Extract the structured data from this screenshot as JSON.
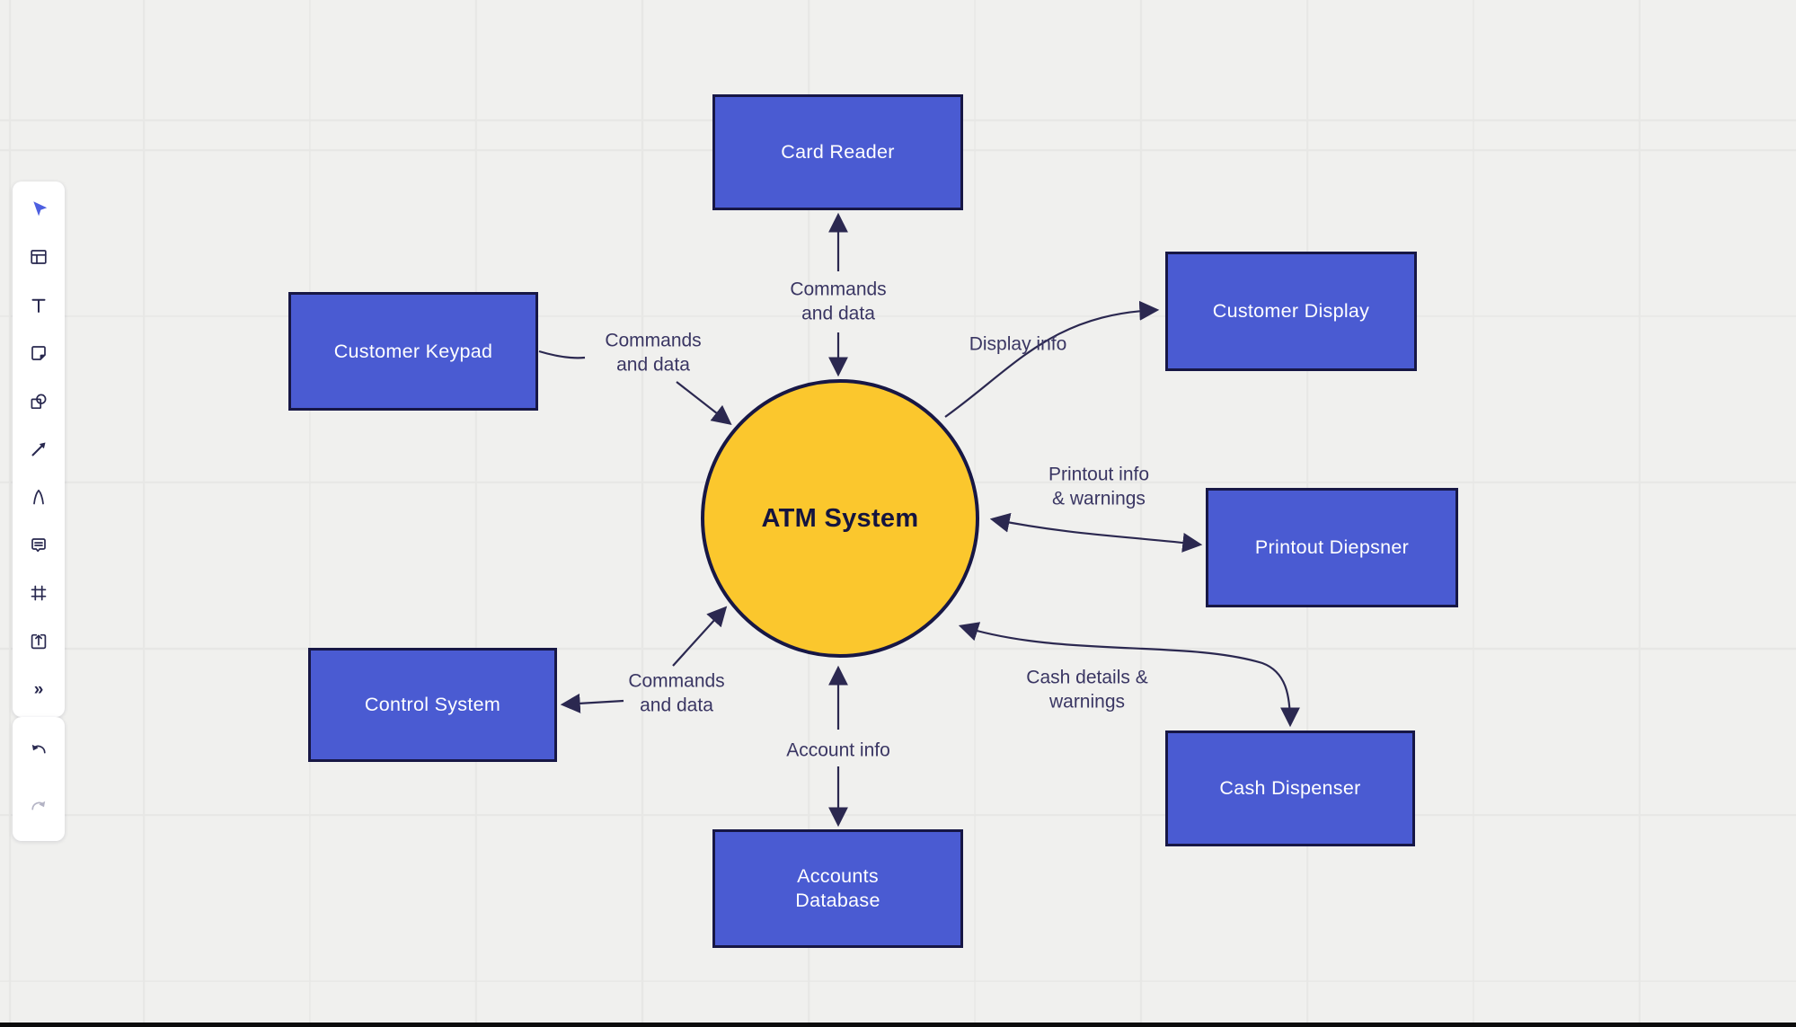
{
  "canvas": {
    "background": "#F0F0EE",
    "grid_color": "#E7E7E5",
    "bottom_bar_color": "#0C0C0C"
  },
  "toolbar": {
    "tools": [
      {
        "name": "select",
        "icon": "cursor-icon",
        "active": true
      },
      {
        "name": "templates",
        "icon": "layout-icon"
      },
      {
        "name": "text",
        "icon": "text-icon"
      },
      {
        "name": "sticky-note",
        "icon": "sticky-note-icon"
      },
      {
        "name": "shapes",
        "icon": "shapes-icon"
      },
      {
        "name": "connection-line",
        "icon": "arrow-icon"
      },
      {
        "name": "pen",
        "icon": "pen-icon"
      },
      {
        "name": "comment",
        "icon": "comment-icon"
      },
      {
        "name": "frame",
        "icon": "frame-icon"
      },
      {
        "name": "upload",
        "icon": "upload-icon"
      },
      {
        "name": "more-tools",
        "icon": "chevrons-icon"
      }
    ],
    "more_glyph": "»",
    "history": [
      {
        "name": "undo",
        "icon": "undo-icon",
        "enabled": true
      },
      {
        "name": "redo",
        "icon": "redo-icon",
        "enabled": false
      }
    ],
    "accent_color": "#4D5FE0"
  },
  "diagram": {
    "process": {
      "label": "ATM System",
      "fill": "#FBC72D",
      "border": "#171745"
    },
    "entity_style": {
      "fill": "#4A5BD2",
      "border": "#171745",
      "text_color": "#FFFFFF"
    },
    "connector_color": "#2B2850",
    "flow_label_color": "#3A3663",
    "entities": {
      "card_reader": {
        "label": "Card Reader"
      },
      "customer_keypad": {
        "label": "Customer Keypad"
      },
      "customer_display": {
        "label": "Customer Display"
      },
      "printout_dispenser": {
        "label": "Printout Diepsner"
      },
      "cash_dispenser": {
        "label": "Cash Dispenser"
      },
      "accounts_database": {
        "label": "Accounts\nDatabase"
      },
      "control_system": {
        "label": "Control System"
      }
    },
    "flows": {
      "card_reader": {
        "label": "Commands\nand data"
      },
      "keypad": {
        "label": "Commands\nand data"
      },
      "display": {
        "label": "Display info"
      },
      "printout": {
        "label": "Printout info\n& warnings"
      },
      "cash": {
        "label": "Cash details &\nwarnings"
      },
      "account": {
        "label": "Account info"
      },
      "control": {
        "label": "Commands\nand data"
      }
    }
  }
}
